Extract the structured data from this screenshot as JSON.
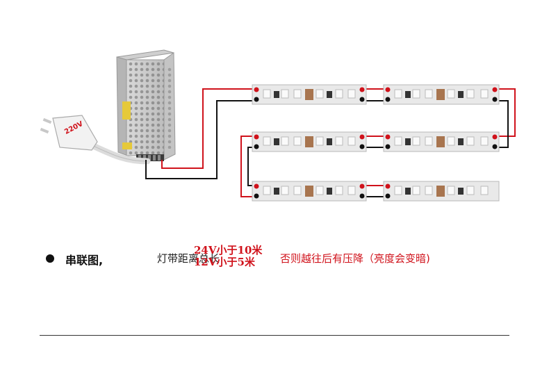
{
  "adapter": {
    "voltage_label": "220V"
  },
  "caption": {
    "title": "串联图,",
    "description": "灯带距离总长",
    "limit_24v": "24V小于10米",
    "limit_12v": "12V小于5米",
    "note": "否则越往后有压降（亮度会变暗)"
  },
  "colors": {
    "positive_wire": "#d0121b",
    "negative_wire": "#111111",
    "strip_base": "#ededed",
    "led": "#f7f7f7",
    "resistor": "#a8754f"
  },
  "strips": [
    {
      "row": 1,
      "segments": 2
    },
    {
      "row": 2,
      "segments": 2
    },
    {
      "row": 3,
      "segments": 2
    }
  ]
}
